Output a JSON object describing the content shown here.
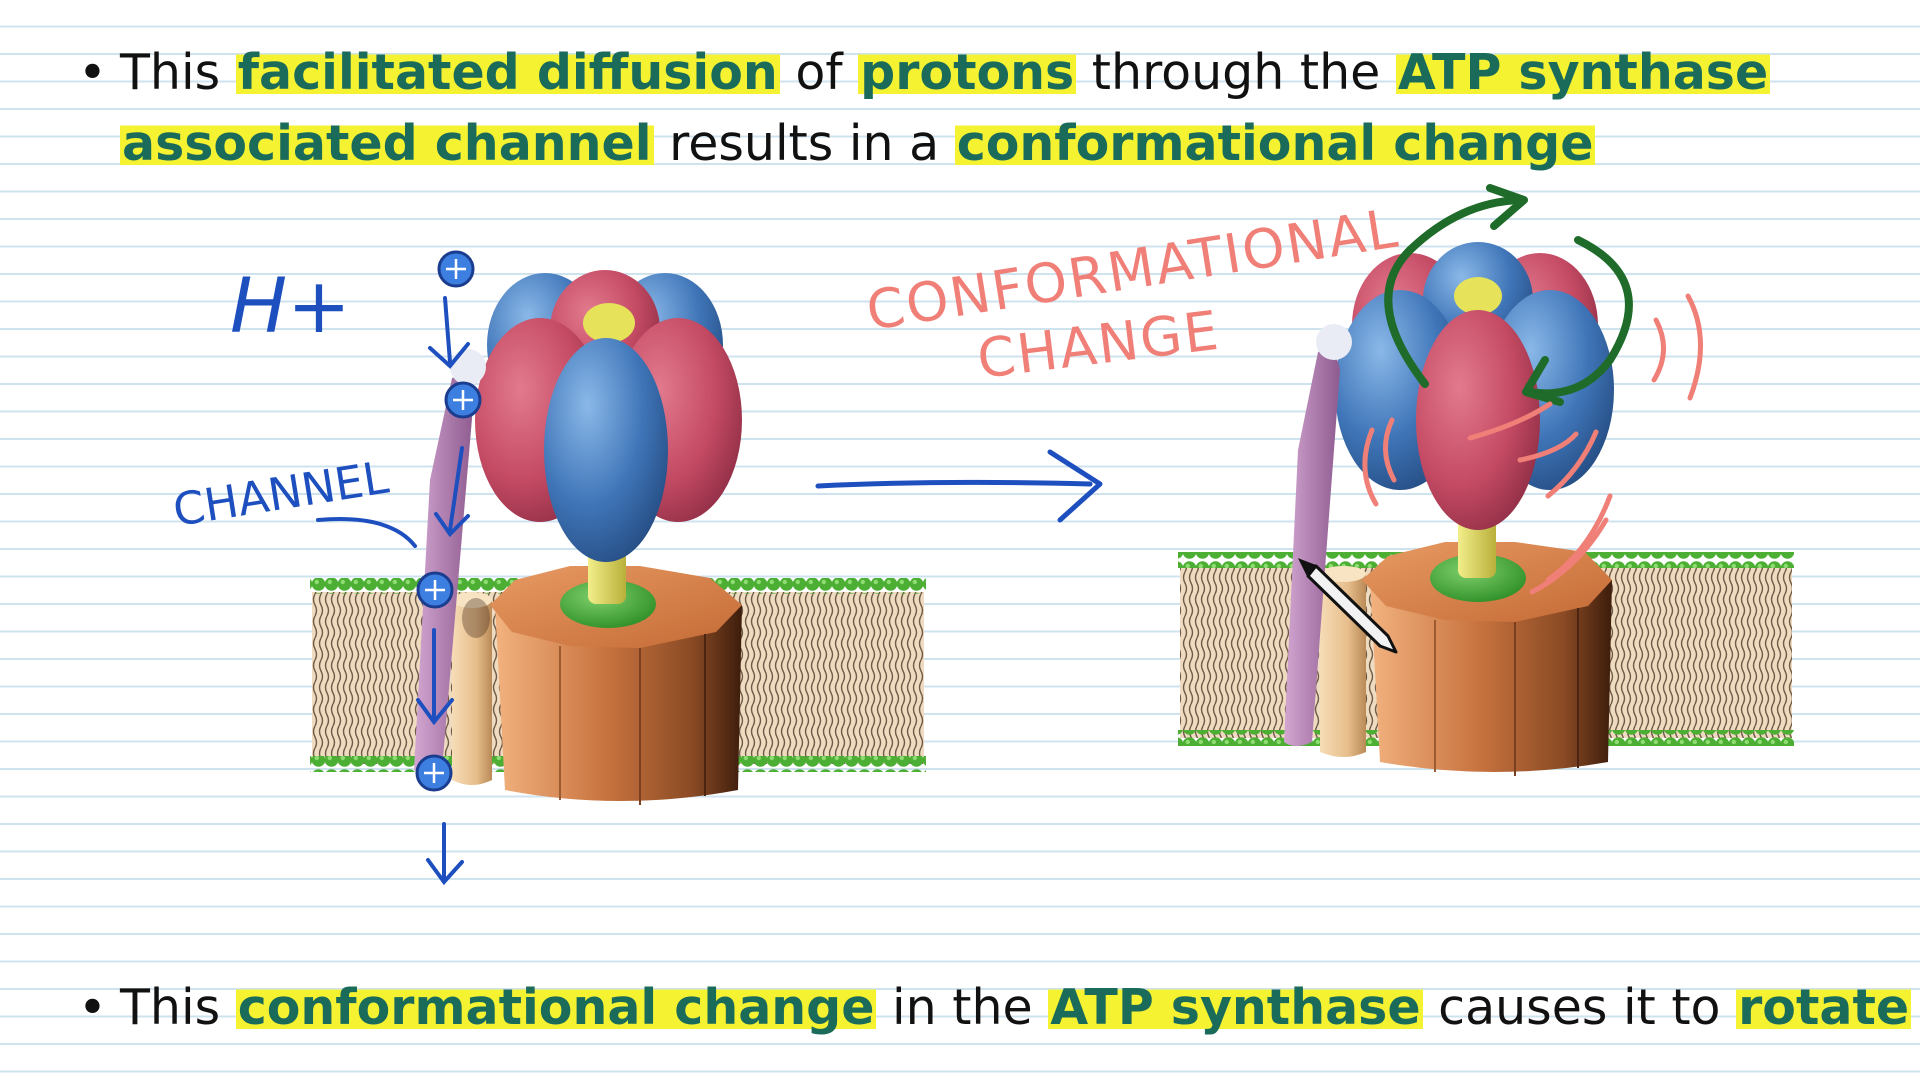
{
  "bullet1": {
    "line1": [
      {
        "text": "This ",
        "hl": false
      },
      {
        "text": "facilitated diffusion",
        "hl": true
      },
      {
        "text": " of ",
        "hl": false
      },
      {
        "text": "protons",
        "hl": true
      },
      {
        "text": " through the ",
        "hl": false
      },
      {
        "text": "ATP synthase",
        "hl": true
      }
    ],
    "line2": [
      {
        "text": "associated channel",
        "hl": true
      },
      {
        "text": " results in a ",
        "hl": false
      },
      {
        "text": "conformational change",
        "hl": true
      }
    ]
  },
  "bullet2": {
    "line1": [
      {
        "text": "This ",
        "hl": false
      },
      {
        "text": "conformational change",
        "hl": true
      },
      {
        "text": " in the ",
        "hl": false
      },
      {
        "text": "ATP synthase",
        "hl": true
      },
      {
        "text": " causes it to ",
        "hl": false
      },
      {
        "text": "rotate",
        "hl": true
      }
    ]
  },
  "annotations": {
    "proton_label": "H+",
    "channel_label": "CHANNEL",
    "change_line1": "CONFORMATIONAL",
    "change_line2": "CHANGE"
  },
  "icons": {
    "proton": "proton-plus-icon",
    "cursor": "pen-cursor-icon"
  },
  "colors": {
    "highlight": "#f5f331",
    "highlight_text": "#1b6b5b",
    "ink_blue": "#1e4fbf",
    "ink_red": "#f07f78",
    "ink_green": "#1f6b2a",
    "membrane_head": "#4caf34",
    "f1_red": "#c44a63",
    "f1_blue": "#3f75b8",
    "rotor": "#c87442",
    "stator": "#b986b8"
  }
}
